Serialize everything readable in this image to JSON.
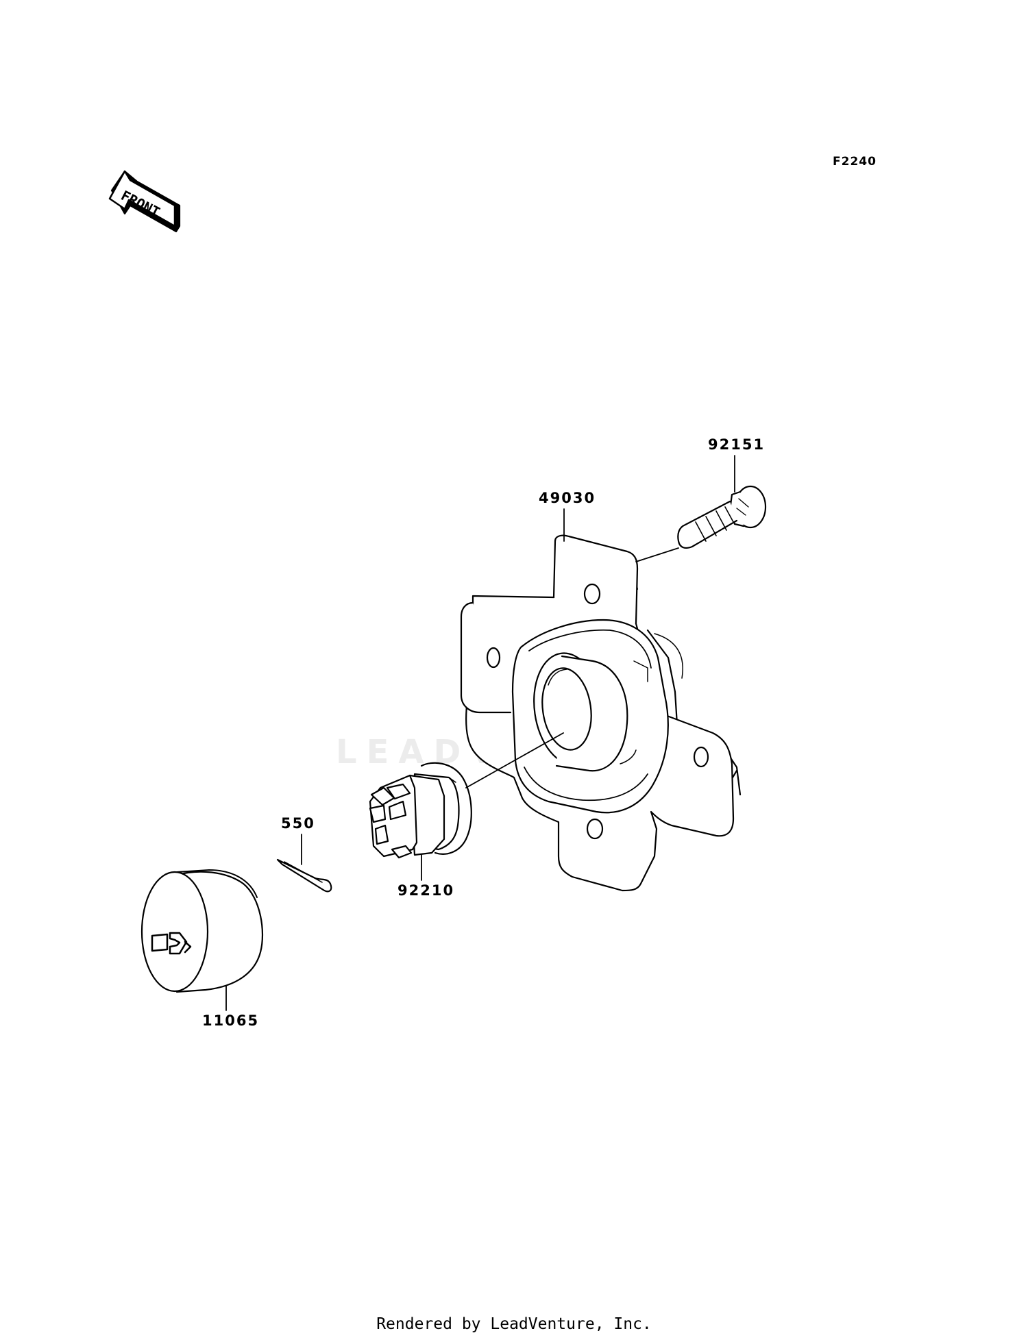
{
  "diagram_code": "F2240",
  "front_label": "FRONT",
  "watermark": "LEADVENTURE",
  "parts": [
    {
      "number": "92151"
    },
    {
      "number": "49030"
    },
    {
      "number": "550"
    },
    {
      "number": "92210"
    },
    {
      "number": "11065"
    }
  ],
  "footer": "Rendered by LeadVenture, Inc."
}
